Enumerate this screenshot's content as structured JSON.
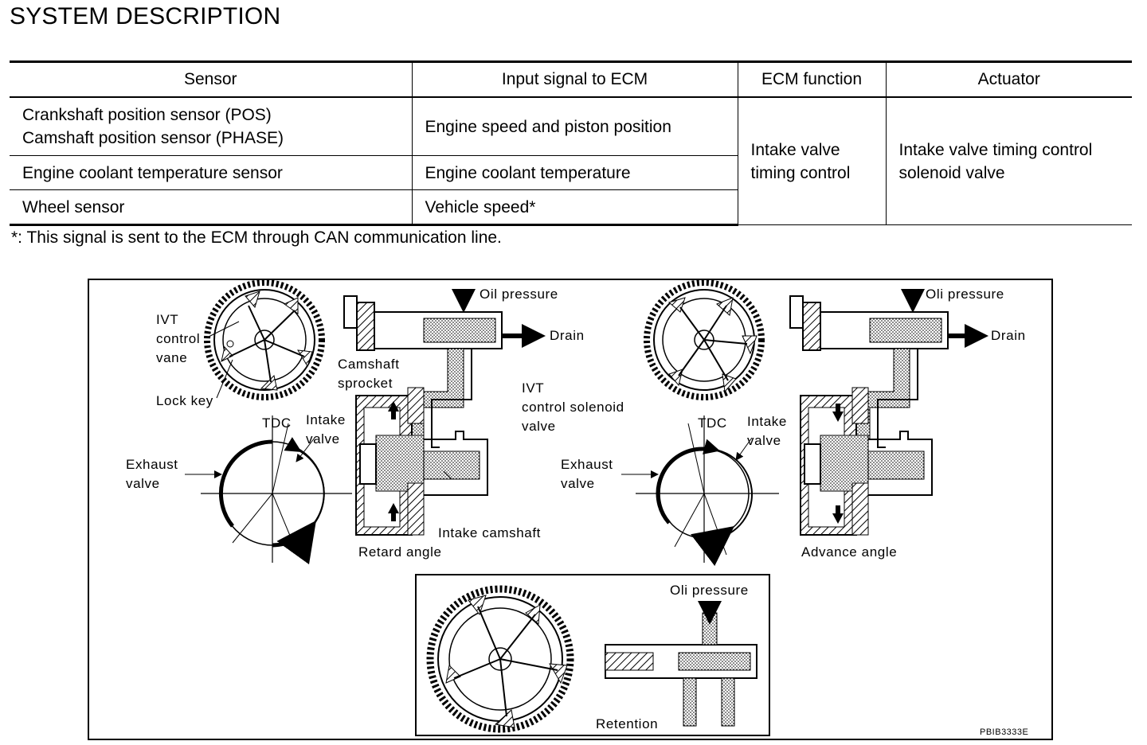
{
  "title": "SYSTEM DESCRIPTION",
  "table": {
    "headers": [
      "Sensor",
      "Input signal to ECM",
      "ECM function",
      "Actuator"
    ],
    "rows": [
      {
        "sensor": "Crankshaft position sensor (POS)\nCamshaft position sensor (PHASE)",
        "input": "Engine speed and piston position"
      },
      {
        "sensor": "Engine coolant temperature sensor",
        "input": "Engine coolant temperature"
      },
      {
        "sensor": "Wheel sensor",
        "input": "Vehicle speed*"
      }
    ],
    "ecm_function": "Intake valve\ntiming control",
    "actuator": "Intake valve timing control\nsolenoid valve"
  },
  "footnote": "*: This signal is sent to the ECM through CAN communication line.",
  "figure": {
    "left": {
      "ivt_control_vane": "IVT\ncontrol\nvane",
      "lock_key": "Lock key",
      "oil_pressure": "Oil pressure",
      "drain": "Drain",
      "camshaft_sprocket": "Camshaft\nsprocket",
      "ivt_control_solenoid_valve": "IVT\ncontrol solenoid\nvalve",
      "tdc": "TDC",
      "intake_valve": "Intake\nvalve",
      "exhaust_valve": "Exhaust\nvalve",
      "intake_camshaft": "Intake camshaft",
      "caption": "Retard angle"
    },
    "right": {
      "oil_pressure": "Oli pressure",
      "drain": "Drain",
      "tdc": "TDC",
      "intake_valve": "Intake\nvalve",
      "exhaust_valve": "Exhaust\nvalve",
      "caption": "Advance angle"
    },
    "bottom": {
      "oil_pressure": "Oli pressure",
      "caption": "Retention"
    },
    "code": "PBIB3333E"
  }
}
